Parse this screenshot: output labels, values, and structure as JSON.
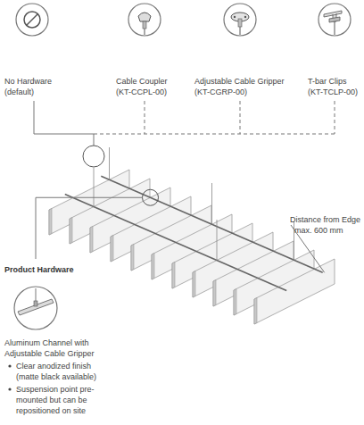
{
  "diagram": {
    "labels": [
      "No Hardware",
      "(default)",
      "Cable Coupler",
      "(KT-CCPL-00)",
      "Adjustable Cable Gripper",
      "(KT-CGRP-00)",
      "T-bar Clips",
      "(KT-TCLP-00)",
      "Distance from Edge",
      "max. 600 mm",
      "Product Hardware",
      "Aluminum Channel with",
      "Adjustable Cable Gripper",
      "Clear anodized finish (matte black available)",
      "Suspension point pre-mounted but can be repositioned on site"
    ]
  }
}
